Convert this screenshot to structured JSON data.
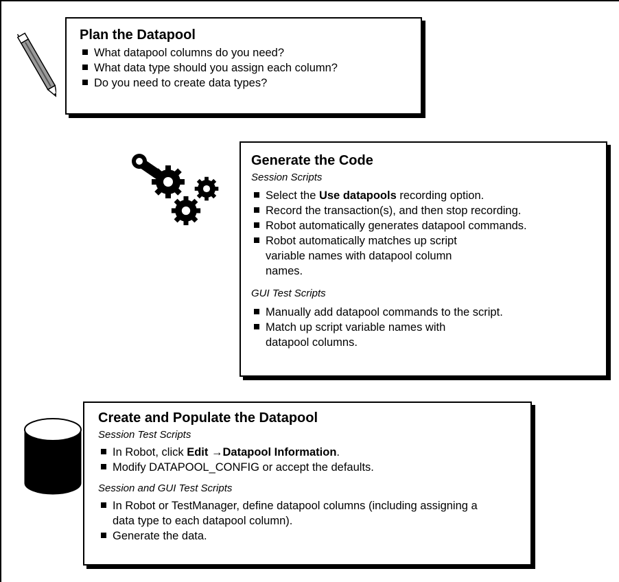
{
  "plan": {
    "title": "Plan the Datapool",
    "items": [
      "What datapool columns do you need?",
      "What data type should you assign each column?",
      "Do you need to create data types?"
    ]
  },
  "generate": {
    "title": "Generate the Code",
    "session_heading": "Session Scripts",
    "session_item1_pre": "Select the ",
    "session_item1_bold": "Use datapools",
    "session_item1_post": " recording option.",
    "session_items": [
      "Record the transaction(s), and then stop recording.",
      "Robot automatically generates datapool commands.",
      "Robot automatically matches up script variable names with datapool column names."
    ],
    "gui_heading": "GUI Test Scripts",
    "gui_items": [
      "Manually add datapool commands to the script.",
      "Match up script variable names with datapool columns."
    ]
  },
  "create": {
    "title": "Create and Populate the Datapool",
    "session_heading": "Session Test Scripts",
    "item1_pre": "In Robot, click ",
    "item1_bold1": "Edit",
    "item1_arrow": "→",
    "item1_bold2": "Datapool Information",
    "item1_post": ".",
    "item2": "Modify DATAPOOL_CONFIG or accept the defaults.",
    "both_heading": "Session and GUI Test Scripts",
    "both_items": [
      "In Robot or TestManager, define datapool columns (including assigning a data type to each datapool column).",
      "Generate the data."
    ]
  },
  "icons": [
    "pencil-icon",
    "gears-icon",
    "database-icon"
  ]
}
